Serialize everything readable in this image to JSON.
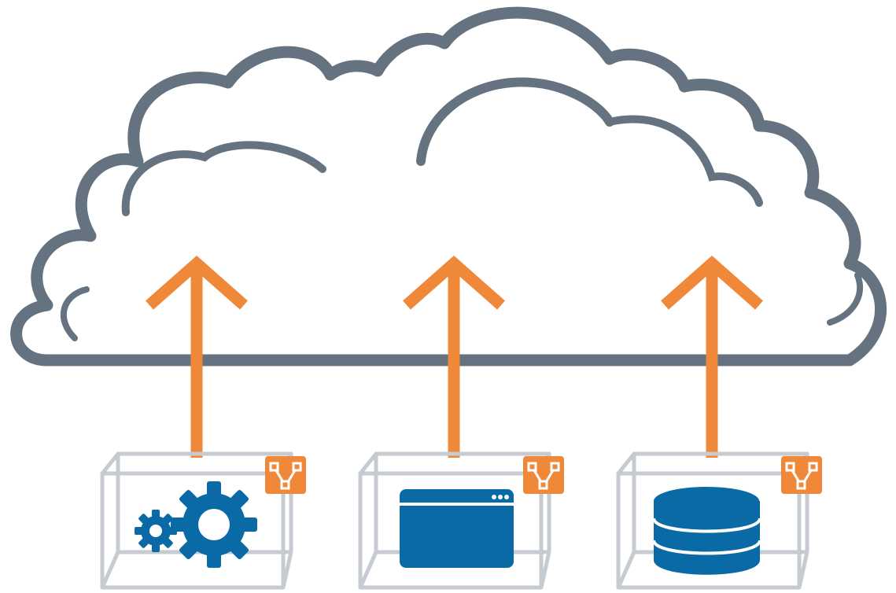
{
  "colors": {
    "cloud_outline": "#657380",
    "arrow": "#f0883a",
    "cube_outline": "#c5cbd0",
    "content_blue": "#0a6aa6",
    "badge_orange": "#f0883a",
    "background": "#ffffff"
  },
  "diagram": {
    "nodes": [
      {
        "id": "cloud",
        "kind": "cloud",
        "icon": "cloud-icon"
      },
      {
        "id": "services",
        "kind": "container",
        "icon": "gears-icon",
        "badge_icon": "network-share-icon"
      },
      {
        "id": "application",
        "kind": "container",
        "icon": "browser-window-icon",
        "badge_icon": "network-share-icon"
      },
      {
        "id": "database",
        "kind": "container",
        "icon": "database-icon",
        "badge_icon": "network-share-icon"
      }
    ],
    "edges": [
      {
        "from": "services",
        "to": "cloud",
        "style": "arrow-up"
      },
      {
        "from": "application",
        "to": "cloud",
        "style": "arrow-up"
      },
      {
        "from": "database",
        "to": "cloud",
        "style": "arrow-up"
      }
    ]
  }
}
